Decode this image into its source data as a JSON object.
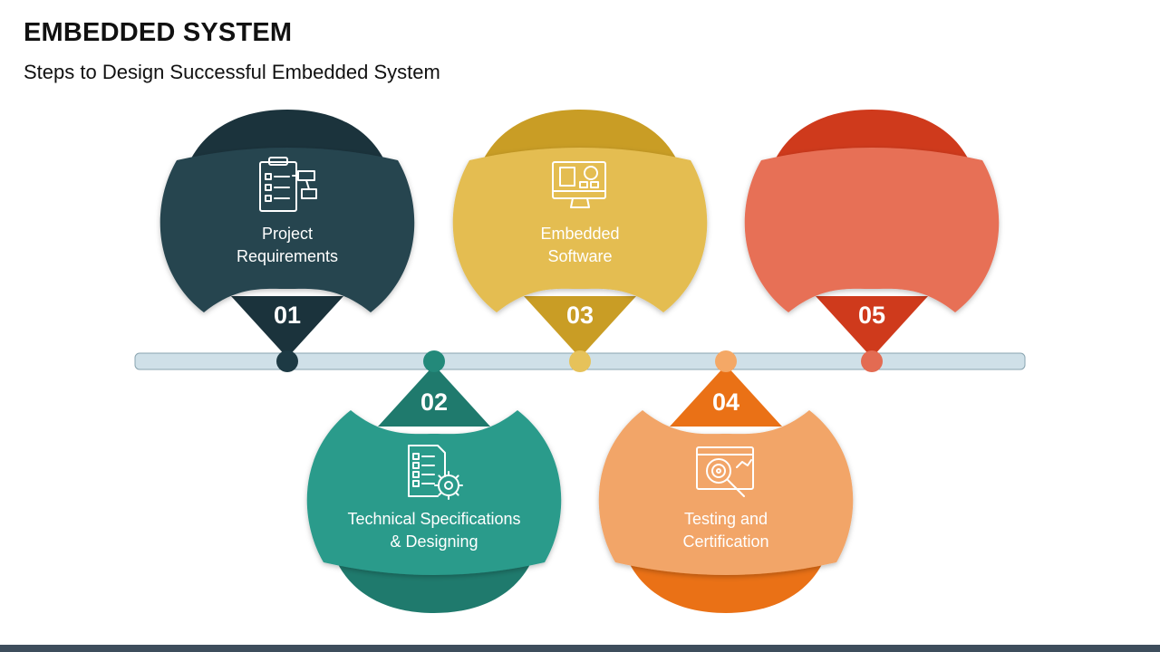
{
  "header": {
    "title": "EMBEDDED SYSTEM",
    "subtitle": "Steps to Design Successful Embedded System"
  },
  "steps": [
    {
      "number": "01",
      "label_lines": [
        "Project",
        "Requirements"
      ],
      "icon": "clipboard-flowchart-icon",
      "position": "above",
      "colors": {
        "main": "#25444f",
        "dark": "#1b333c",
        "pin": "#1d3a44"
      }
    },
    {
      "number": "02",
      "label_lines": [
        "Technical Specifications",
        "& Designing"
      ],
      "icon": "document-gear-icon",
      "position": "below",
      "colors": {
        "main": "#2b9b8b",
        "dark": "#1f7a6d",
        "pin": "#23897a"
      }
    },
    {
      "number": "03",
      "label_lines": [
        "Embedded",
        "Software"
      ],
      "icon": "monitor-code-gear-icon",
      "position": "above",
      "colors": {
        "main": "#e4bd51",
        "dark": "#c99d25",
        "pin": "#e6c25a"
      }
    },
    {
      "number": "04",
      "label_lines": [
        "Testing and",
        "Certification"
      ],
      "icon": "browser-target-magnifier-icon",
      "position": "below",
      "colors": {
        "main": "#f2a567",
        "dark": "#ea7116",
        "pin": "#f4a866"
      }
    },
    {
      "number": "05",
      "label_lines": [],
      "icon": "",
      "position": "above",
      "colors": {
        "main": "#e77057",
        "dark": "#cf3a1c",
        "pin": "#e36b52"
      }
    }
  ],
  "timeline": {
    "bar_fill": "#cfe0e8",
    "bar_stroke": "#8aa4b0"
  }
}
